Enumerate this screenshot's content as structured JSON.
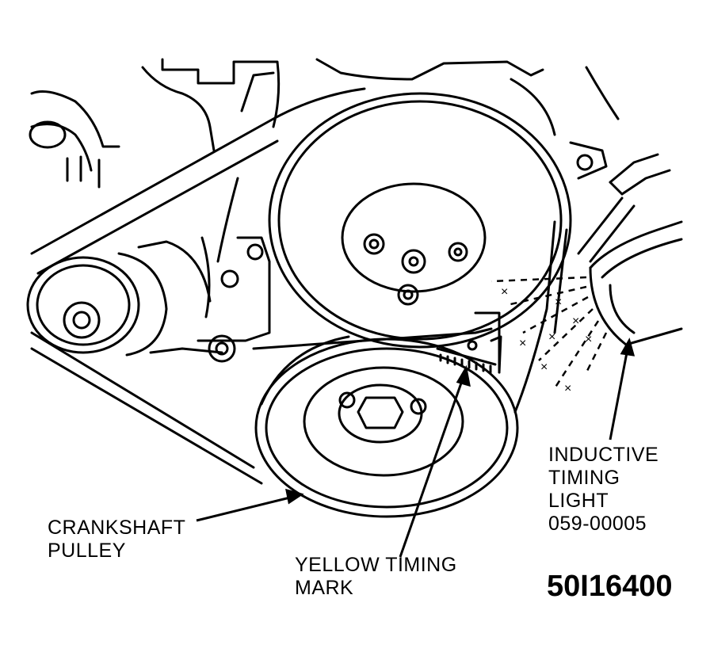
{
  "diagram": {
    "labels": {
      "inductive_timing_light": [
        "INDUCTIVE",
        "TIMING",
        "LIGHT",
        "059-00005"
      ],
      "crankshaft_pulley": [
        "CRANKSHAFT",
        "PULLEY"
      ],
      "yellow_timing_mark": [
        "YELLOW TIMING",
        "MARK"
      ]
    },
    "figure_code": "50I16400"
  },
  "colors": {
    "ink": "#000000",
    "paper": "#ffffff"
  }
}
